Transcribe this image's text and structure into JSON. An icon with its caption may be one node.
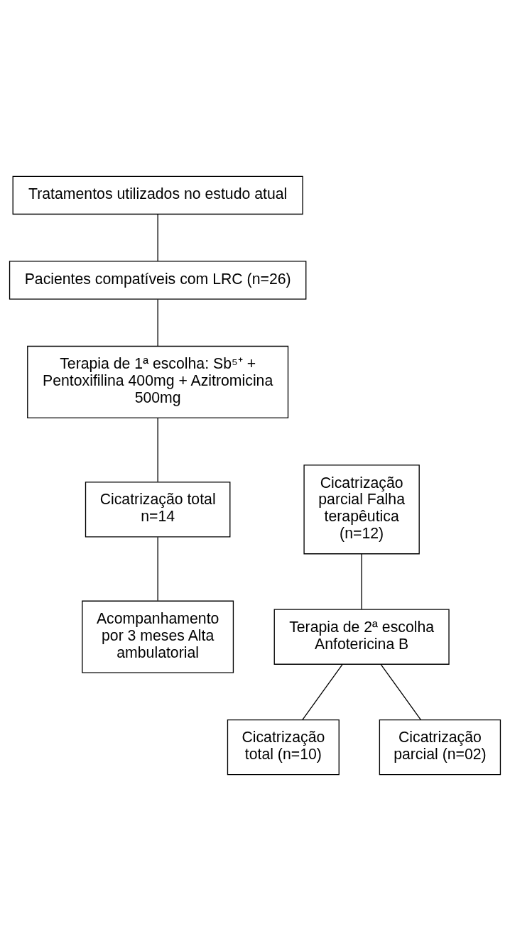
{
  "diagram": {
    "nodes": [
      {
        "text": [
          "Tratamentos utilizados no estudo atual"
        ]
      },
      {
        "text": [
          "Pacientes compatíveis com LRC (n=26)"
        ]
      },
      {
        "text": [
          "Terapia de 1ª escolha: Sb⁵⁺ + Pentoxifilina 400mg + Azitromicina 500mg"
        ]
      },
      {
        "text": [
          "Cicatrização total n=14"
        ]
      },
      {
        "text": [
          "Cicatrização parcial Falha terapêutica (n=12)"
        ]
      },
      {
        "text": [
          "Acompanhamento por 3 meses Alta ambulatorial"
        ]
      },
      {
        "text": [
          "Terapia de 2ª escolha Anfotericina B"
        ]
      },
      {
        "text": [
          "Cicatrização total (n=10)"
        ]
      },
      {
        "text": [
          "Cicatrização parcial (n=02)"
        ]
      }
    ],
    "edges": [
      {
        "from": 0,
        "to": 1,
        "arrow": "none"
      },
      {
        "from": 1,
        "to": 2,
        "arrow": "none"
      },
      {
        "from": 2,
        "to": 3,
        "arrow": "none"
      },
      {
        "from": 3,
        "to": 5,
        "arrow": "none"
      },
      {
        "from": 4,
        "to": 6,
        "arrow": "none"
      },
      {
        "from": 6,
        "to": 7,
        "arrow": "none"
      },
      {
        "from": 6,
        "to": 8,
        "arrow": "none"
      }
    ]
  }
}
